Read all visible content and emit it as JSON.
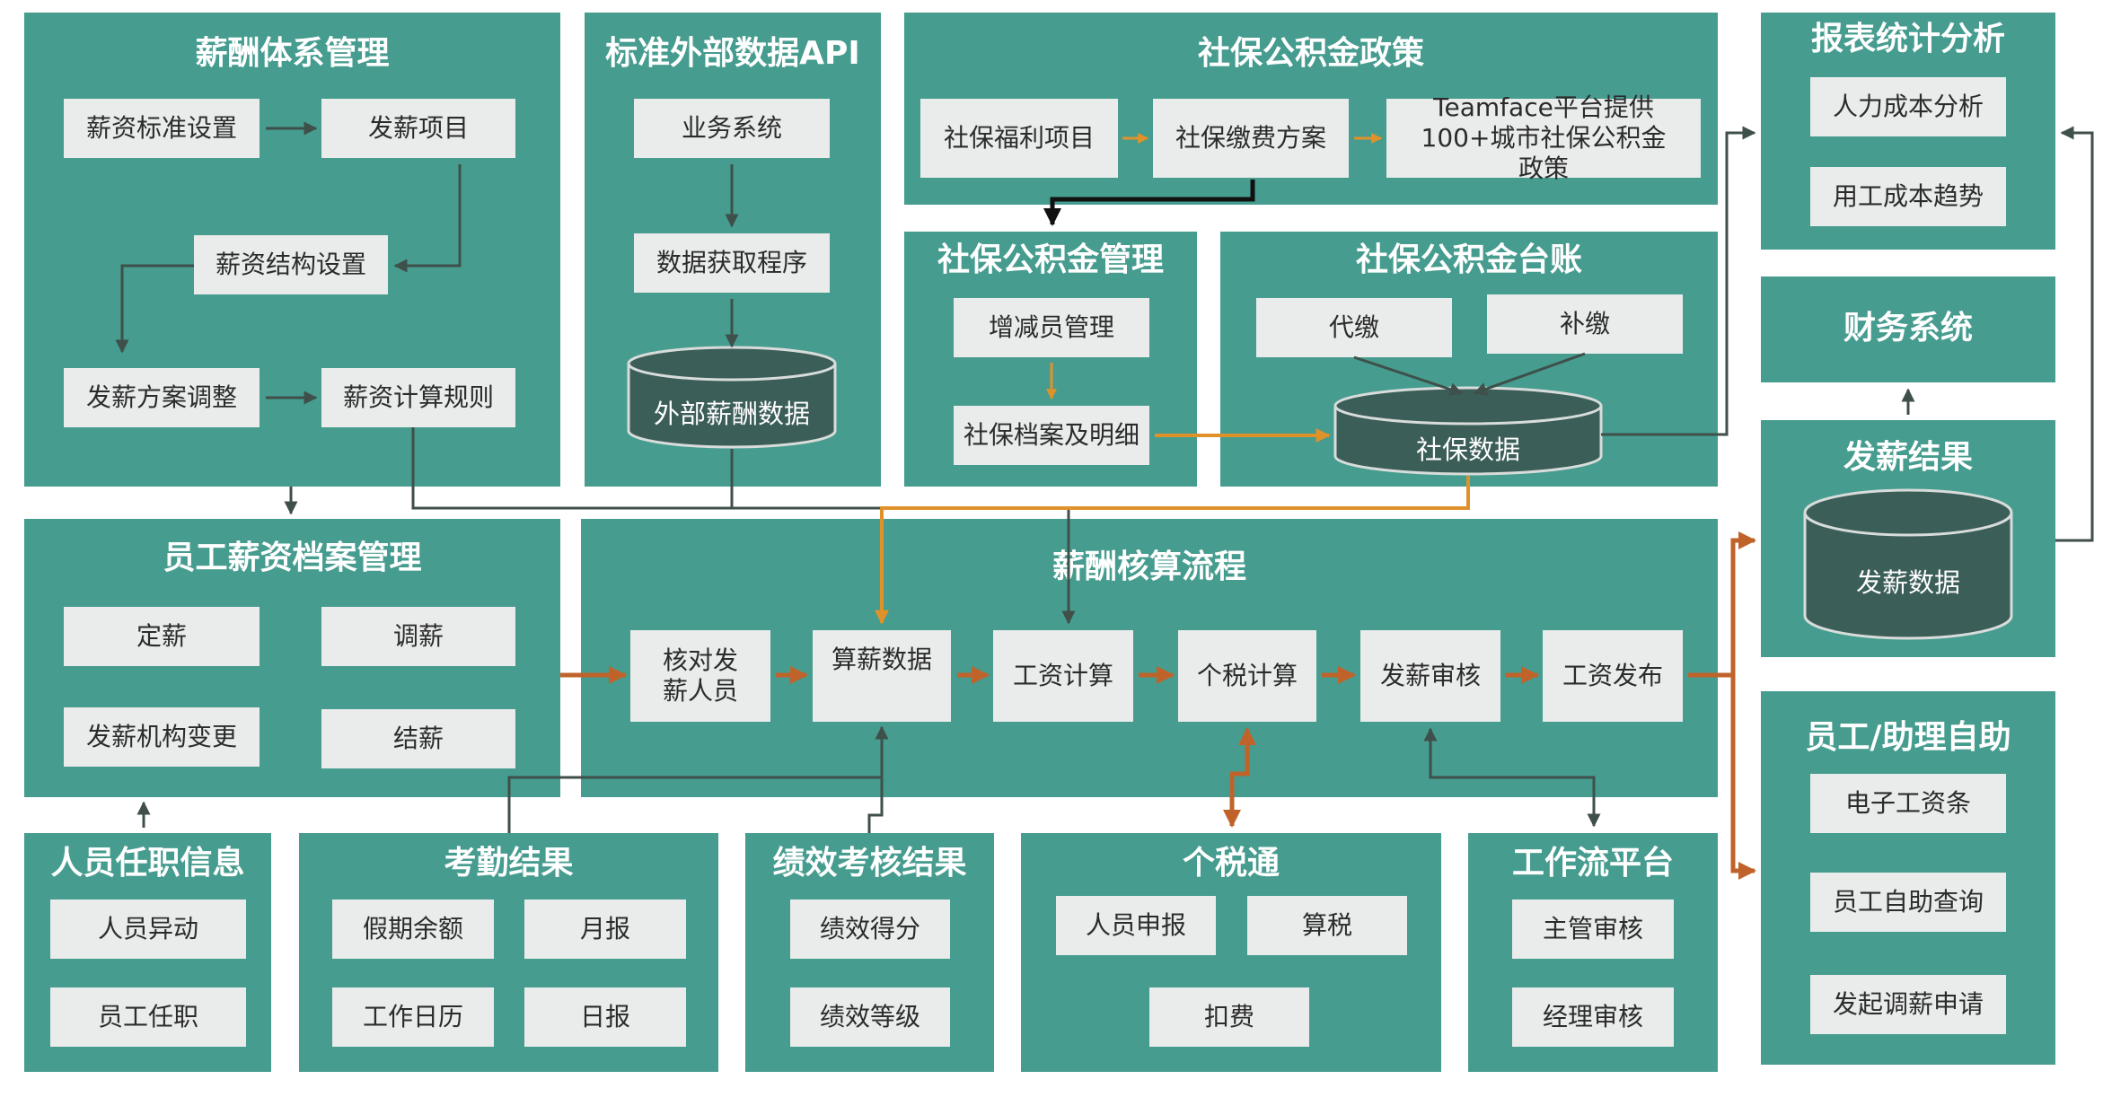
{
  "colors": {
    "panel": "#469c8f",
    "box": "#e9ecea",
    "title": "#ffffff",
    "gray_arrow": "#3f4f4a",
    "orange_arrow": "#e0922a",
    "brown_arrow": "#c0632a",
    "black_arrow": "#111111",
    "db": "#3c5e59"
  },
  "salary_system": {
    "title": "薪酬体系管理",
    "std": "薪资标准设置",
    "items": "发薪项目",
    "structure": "薪资结构设置",
    "plan_adjust": "发薪方案调整",
    "calc_rule": "薪资计算规则"
  },
  "external_api": {
    "title": "标准外部数据API",
    "business": "业务系统",
    "fetch": "数据获取程序",
    "db": "外部薪酬数据"
  },
  "ss_policy": {
    "title": "社保公积金政策",
    "welfare": "社保福利项目",
    "plan": "社保缴费方案",
    "teamface": "Teamface平台提供100+城市社保公积金政策"
  },
  "report": {
    "title": "报表统计分析",
    "labor_cost": "人力成本分析",
    "trend": "用工成本趋势"
  },
  "ss_manage": {
    "title": "社保公积金管理",
    "change": "增减员管理",
    "archive": "社保档案及明细"
  },
  "ss_ledger": {
    "title": "社保公积金台账",
    "proxy": "代缴",
    "supplement": "补缴",
    "db": "社保数据"
  },
  "finance": {
    "title": "财务系统"
  },
  "pay_result": {
    "title": "发薪结果",
    "db": "发薪数据"
  },
  "archive": {
    "title": "员工薪资档案管理",
    "fix": "定薪",
    "adjust": "调薪",
    "org_change": "发薪机构变更",
    "settle": "结薪"
  },
  "process": {
    "title": "薪酬核算流程",
    "check": "核对发薪人员",
    "data": "算薪数据",
    "wage_calc": "工资计算",
    "tax_calc": "个税计算",
    "review": "发薪审核",
    "release": "工资发布"
  },
  "self_service": {
    "title": "员工/助理自助",
    "payslip": "电子工资条",
    "query": "员工自助查询",
    "request": "发起调薪申请"
  },
  "employment": {
    "title": "人员任职信息",
    "change": "人员异动",
    "position": "员工任职"
  },
  "attendance": {
    "title": "考勤结果",
    "leave": "假期余额",
    "monthly": "月报",
    "calendar": "工作日历",
    "daily": "日报"
  },
  "performance": {
    "title": "绩效考核结果",
    "score": "绩效得分",
    "grade": "绩效等级"
  },
  "tax": {
    "title": "个税通",
    "declare": "人员申报",
    "calc": "算税",
    "deduct": "扣费"
  },
  "workflow": {
    "title": "工作流平台",
    "supervisor": "主管审核",
    "manager": "经理审核"
  }
}
